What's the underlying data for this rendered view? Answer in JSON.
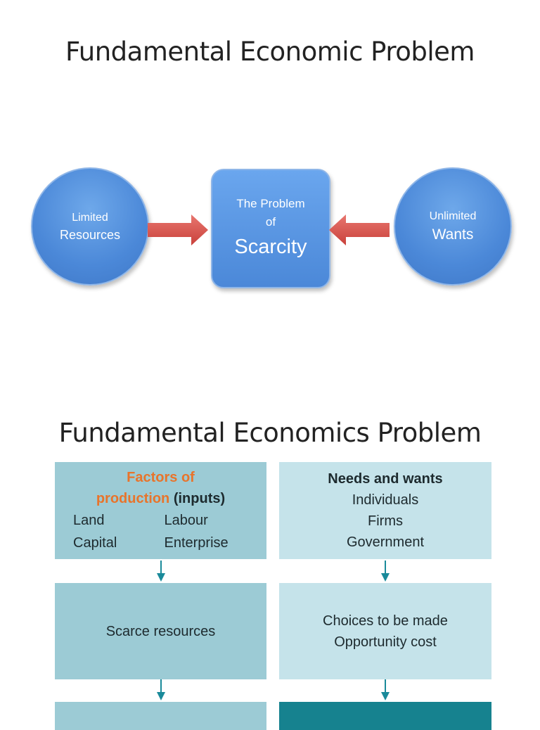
{
  "slide1": {
    "title": "Fundamental Economic Problem",
    "left_circle": {
      "line1": "Limited",
      "line2": "Resources"
    },
    "center_box": {
      "line1": "The Problem",
      "line2": "of",
      "line3": "Scarcity"
    },
    "right_circle": {
      "line1": "Unlimited",
      "line2": "Wants"
    }
  },
  "slide2": {
    "title": "Fundamental Economics Problem",
    "factors_box": {
      "heading_orange_1": "Factors of",
      "heading_orange_2": "production",
      "heading_suffix": "(inputs)",
      "items": [
        "Land",
        "Labour",
        "Capital",
        "Enterprise"
      ]
    },
    "needs_box": {
      "heading": "Needs and wants",
      "items": [
        "Individuals",
        "Firms",
        "Government"
      ]
    },
    "scarce_box": {
      "label": "Scarce resources"
    },
    "choices_box": {
      "line1": "Choices to be made",
      "line2": "Opportunity cost"
    }
  },
  "colors": {
    "blue_shape": "#4b88d8",
    "red_arrow": "#d9534f",
    "teal_light": "#9ccbd5",
    "teal_pale": "#c5e3ea",
    "teal_dark": "#16828f",
    "flow_arrow": "#1a8a9a",
    "orange_text": "#e8742b"
  }
}
